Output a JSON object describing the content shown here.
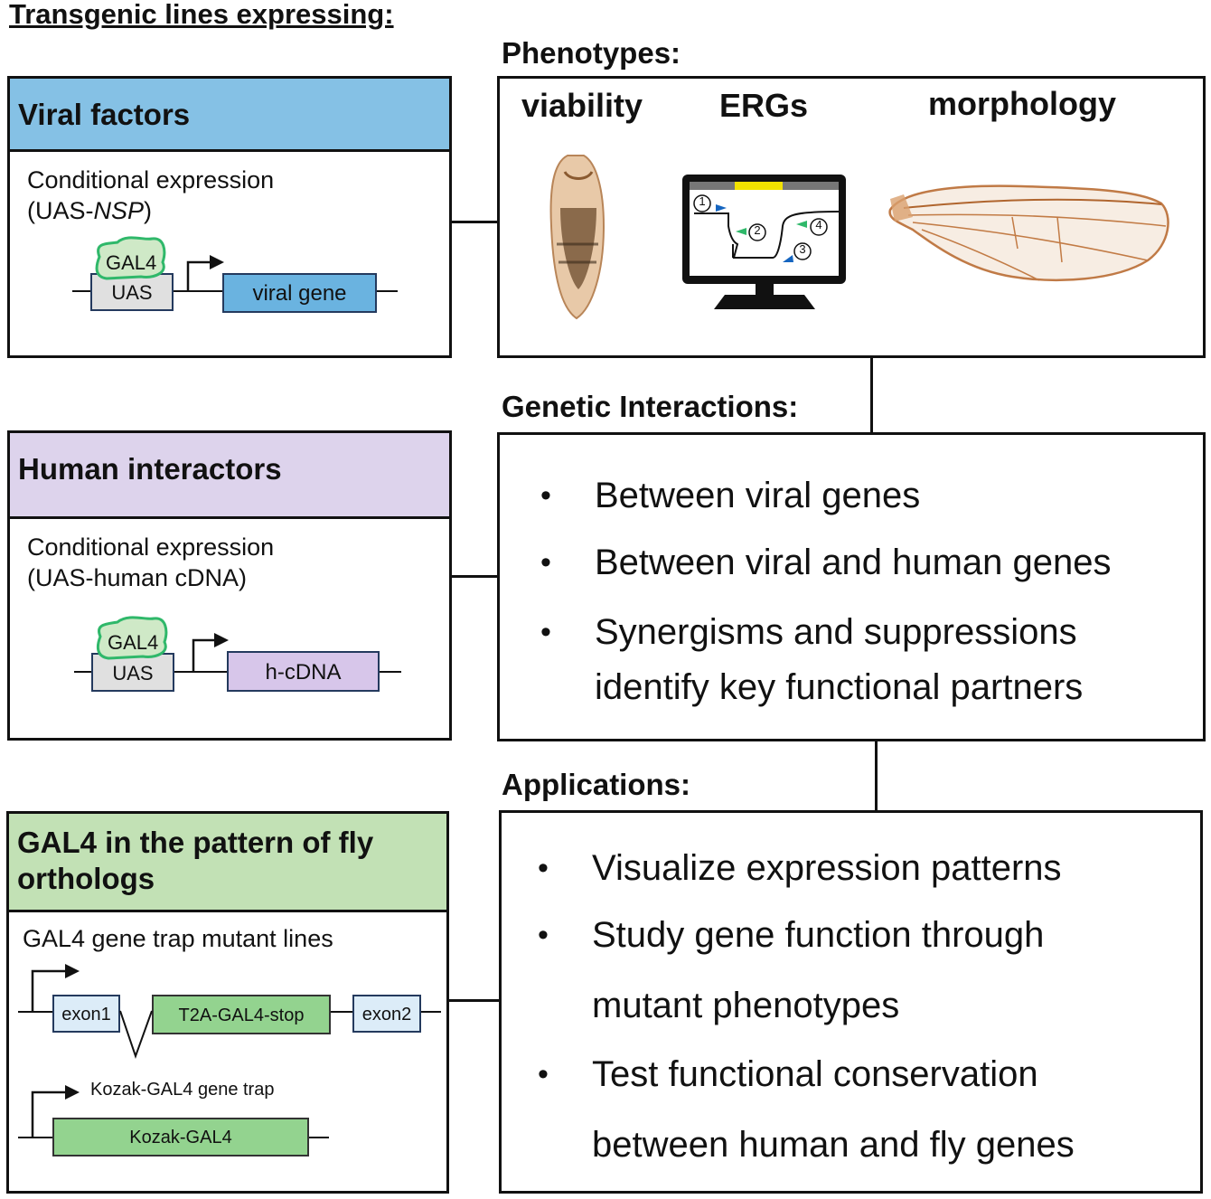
{
  "title": "Transgenic lines expressing:",
  "viral": {
    "header": "Viral factors",
    "line1": "Conditional  expression",
    "line2_prefix": " (UAS-",
    "line2_italic": "NSP",
    "line2_suffix": ")",
    "gal4": "GAL4",
    "uas": "UAS",
    "gene": "viral gene"
  },
  "human": {
    "header": "Human interactors",
    "line1": "Conditional expression",
    "line2": "(UAS-human cDNA)",
    "gal4": "GAL4",
    "uas": "UAS",
    "gene": "h-cDNA"
  },
  "gal4box": {
    "header_line1": "GAL4 in the pattern of fly",
    "header_line2": "orthologs",
    "sub": "GAL4 gene trap mutant lines",
    "exon1": "exon1",
    "t2a": "T2A-GAL4-stop",
    "exon2": "exon2",
    "kozak_label": "Kozak-GAL4 gene trap",
    "kozak": "Kozak-GAL4"
  },
  "phenotypes": {
    "label": "Phenotypes:",
    "viability": "viability",
    "ergs": "ERGs",
    "morphology": "morphology",
    "erg_markers": [
      "1",
      "2",
      "4",
      "3"
    ]
  },
  "genetic": {
    "label": "Genetic Interactions:",
    "bullets": [
      "Between viral genes",
      "Between viral and human genes",
      "Synergisms and suppressions",
      "identify key functional partners"
    ]
  },
  "applications": {
    "label": "Applications:",
    "bullets": [
      "Visualize expression patterns",
      "Study gene function through",
      "mutant phenotypes",
      "Test functional conservation",
      "between human and fly genes"
    ]
  },
  "colors": {
    "viral_header": "#85c1e5",
    "human_header": "#ddd3ec",
    "gal4_header": "#c2e1b5",
    "viral_gene": "#6ab3e0",
    "human_gene": "#d7c6ea",
    "gal4_bubble": "#cfe9c7",
    "gal4_outline": "#2fb86a",
    "uas_box": "#e0e0e0",
    "exon_box": "#dcecf8",
    "gal4_box": "#93d38f",
    "erg_bar": "#f2e200"
  }
}
